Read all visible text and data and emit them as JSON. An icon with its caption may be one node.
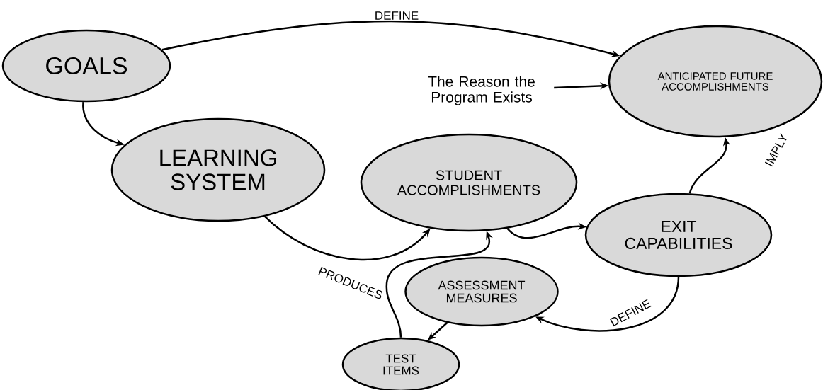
{
  "diagram": {
    "nodes": [
      {
        "text": [
          "GOALS"
        ]
      },
      {
        "text": [
          "ANTICIPATED FUTURE ACCOMPLISHMENTS"
        ]
      },
      {
        "text": [
          "The Reason the Program Exists"
        ]
      },
      {
        "text": [
          "LEARNING SYSTEM"
        ]
      },
      {
        "text": [
          "STUDENT ACCOMPLISHMENTS"
        ]
      },
      {
        "text": [
          "EXIT CAPABILITIES"
        ]
      },
      {
        "text": [
          "ASSESSMENT MEASURES"
        ]
      },
      {
        "text": [
          "TEST ITEMS"
        ]
      }
    ],
    "edges": [
      {
        "from": 0,
        "to": 1,
        "arrow": "to",
        "label": "DEFINE"
      },
      {
        "from": 2,
        "to": 1,
        "arrow": "to"
      },
      {
        "from": 0,
        "to": 3,
        "arrow": "to"
      },
      {
        "from": 3,
        "to": 4,
        "arrow": "to",
        "label": "PRODUCES"
      },
      {
        "from": 4,
        "to": 5,
        "arrow": "to"
      },
      {
        "from": 5,
        "to": 1,
        "arrow": "to",
        "label": "IMPLY"
      },
      {
        "from": 5,
        "to": 6,
        "arrow": "to",
        "label": "DEFINE"
      },
      {
        "from": 6,
        "to": 7,
        "arrow": "to"
      },
      {
        "from": 7,
        "to": 4,
        "arrow": "to"
      }
    ]
  }
}
